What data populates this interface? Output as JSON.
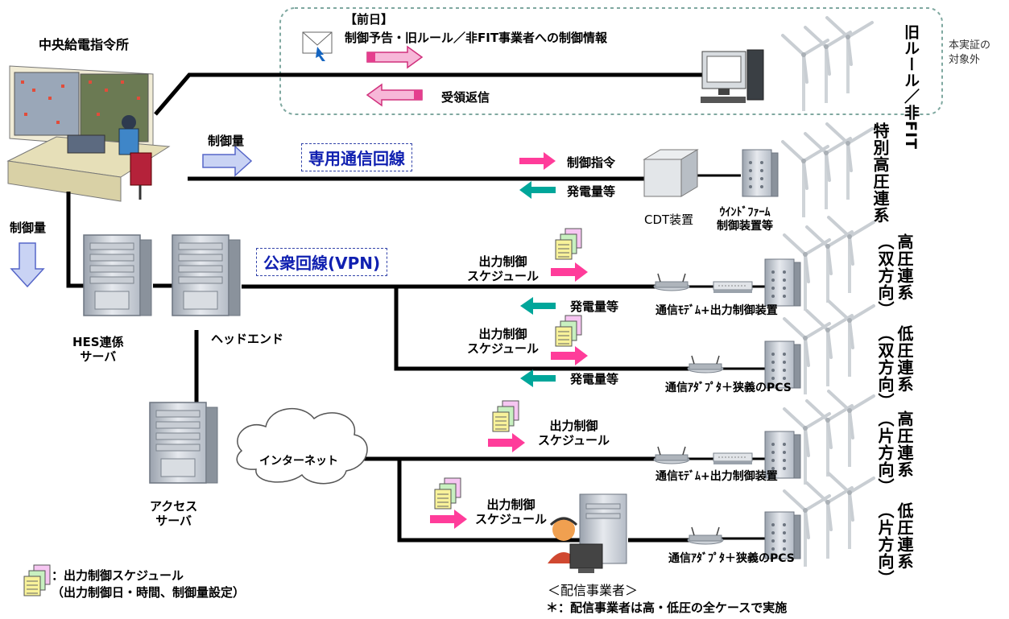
{
  "title": "中央給電指令所",
  "prev_day": {
    "header": "【前日】",
    "message": "制御予告・旧ルール／非FIT事業者への制御情報",
    "reply": "受領返信",
    "target_vertical": "旧ルール／非FIT",
    "outside_scope": "本実証の\n対象外"
  },
  "control_amount_top": "制御量",
  "control_amount_left": "制御量",
  "dedicated_line": "専用通信回線",
  "dedicated": {
    "command": "制御指令",
    "generation": "発電量等",
    "cdt": "CDT装置",
    "wind_controller": "ｳｲﾝﾄﾞﾌｧｰﾑ\n制御装置等",
    "vertical": "特別高圧連系"
  },
  "public_line": "公衆回線(VPN)",
  "servers": {
    "hes": "HES連係\nサーバ",
    "headend": "ヘッドエンド",
    "access": "アクセス\nサーバ"
  },
  "internet": "インターネット",
  "branches": [
    {
      "schedule": "出力制御\nスケジュール",
      "generation": "発電量等",
      "device": "通信ﾓﾃﾞﾑ+出力制御装置",
      "vertical": "高圧連系",
      "dir": "（双方向）"
    },
    {
      "schedule": "出力制御\nスケジュール",
      "generation": "発電量等",
      "device": "通信ｱﾀﾞﾌﾟﾀ＋狭義のPCS",
      "vertical": "低圧連系",
      "dir": "（双方向）"
    },
    {
      "schedule": "出力制御\nスケジュール",
      "device": "通信ﾓﾃﾞﾑ+出力制御装置",
      "vertical": "高圧連系",
      "dir": "（片方向）"
    },
    {
      "schedule": "出力制御\nスケジュール",
      "device": "通信ｱﾀﾞﾌﾟﾀ＋狭義のPCS",
      "vertical": "低圧連系",
      "dir": "（片方向）"
    }
  ],
  "distributor": "＜配信事業者＞",
  "footnote": "＊：配信事業者は高・低圧の全ケースで実施",
  "legend": {
    "line1": "：出力制御スケジュール",
    "line2": "（出力制御日・時間、制御量設定）"
  },
  "colors": {
    "line": "#000000",
    "pink_arrow": "#ff3c9a",
    "teal_arrow": "#00a69a",
    "blue_arrow": "#8fa3e6",
    "dashed_box": "#7fa8a0",
    "label_blue": "#1020b0"
  }
}
